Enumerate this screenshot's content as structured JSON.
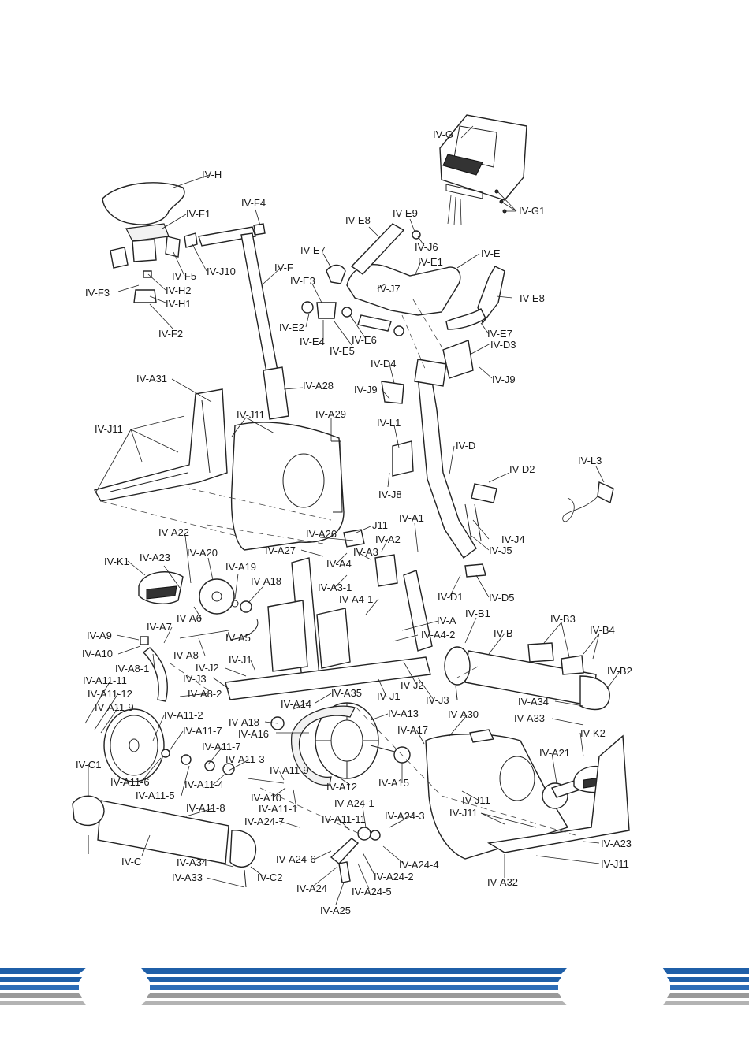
{
  "parts": {
    "IV_G": "IV-G",
    "IV_G1": "IV-G1",
    "IV_H": "IV-H",
    "IV_F1": "IV-F1",
    "IV_F4": "IV-F4",
    "IV_F3": "IV-F3",
    "IV_F5": "IV-F5",
    "IV_J10": "IV-J10",
    "IV_F": "IV-F",
    "IV_H2": "IV-H2",
    "IV_H1": "IV-H1",
    "IV_F2": "IV-F2",
    "IV_E8_a": "IV-E8",
    "IV_E9": "IV-E9",
    "IV_E7_a": "IV-E7",
    "IV_J6": "IV-J6",
    "IV_E1": "IV-E1",
    "IV_E": "IV-E",
    "IV_E3": "IV-E3",
    "IV_J7": "IV-J7",
    "IV_E8_b": "IV-E8",
    "IV_E2": "IV-E2",
    "IV_E4": "IV-E4",
    "IV_E5": "IV-E5",
    "IV_E6": "IV-E6",
    "IV_E7_b": "IV-E7",
    "IV_D3": "IV-D3",
    "IV_D4": "IV-D4",
    "IV_J9_a": "IV-J9",
    "IV_J9_b": "IV-J9",
    "IV_A31": "IV-A31",
    "IV_A28": "IV-A28",
    "IV_J11_a": "IV-J11",
    "IV_J11_b": "IV-J11",
    "IV_A29": "IV-A29",
    "IV_L1": "IV-L1",
    "IV_D": "IV-D",
    "IV_L3": "IV-L3",
    "IV_J8": "IV-J8",
    "IV_D2": "IV-D2",
    "J11": "J11",
    "IV_A1": "IV-A1",
    "IV_A22": "IV-A22",
    "IV_A26": "IV-A26",
    "IV_A2": "IV-A2",
    "IV_A27": "IV-A27",
    "IV_A3": "IV-A3",
    "IV_J4": "IV-J4",
    "IV_J5": "IV-J5",
    "IV_K1": "IV-K1",
    "IV_A23_a": "IV-A23",
    "IV_A20": "IV-A20",
    "IV_A4": "IV-A4",
    "IV_A19": "IV-A19",
    "IV_A3_1": "IV-A3-1",
    "IV_A18_a": "IV-A18",
    "IV_D1": "IV-D1",
    "IV_D5": "IV-D5",
    "IV_A4_1": "IV-A4-1",
    "IV_A6": "IV-A6",
    "IV_B1": "IV-B1",
    "IV_A7": "IV-A7",
    "IV_A": "IV-A",
    "IV_B3": "IV-B3",
    "IV_A9": "IV-A9",
    "IV_A5": "IV-A5",
    "IV_A4_2": "IV-A4-2",
    "IV_B": "IV-B",
    "IV_B4": "IV-B4",
    "IV_A10_a": "IV-A10",
    "IV_A8": "IV-A8",
    "IV_J1_a": "IV-J1",
    "IV_A8_1": "IV-A8-1",
    "IV_J2_a": "IV-J2",
    "IV_B2": "IV-B2",
    "IV_J3_a": "IV-J3",
    "IV_A11_11": "IV-A11-11",
    "IV_J2_b": "IV-J2",
    "IV_A8_2": "IV-A8-2",
    "IV_A35": "IV-A35",
    "IV_J1_b": "IV-J1",
    "IV_J3_b": "IV-J3",
    "IV_A11_12": "IV-A11-12",
    "IV_A14": "IV-A14",
    "IV_A34_a": "IV-A34",
    "IV_A11_9_a": "IV-A11-9",
    "IV_A11_2": "IV-A11-2",
    "IV_A13": "IV-A13",
    "IV_A30": "IV-A30",
    "IV_A33_a": "IV-A33",
    "IV_A18_b": "IV-A18",
    "IV_A17": "IV-A17",
    "IV_A11_7_a": "IV-A11-7",
    "IV_A16": "IV-A16",
    "IV_K2": "IV-K2",
    "IV_A11_7_b": "IV-A11-7",
    "IV_A21": "IV-A21",
    "IV_C1": "IV-C1",
    "IV_A11_3": "IV-A11-3",
    "IV_A11_9_b": "IV-A11-9",
    "IV_A11_6": "IV-A11-6",
    "IV_A11_4": "IV-A11-4",
    "IV_A12": "IV-A12",
    "IV_A15": "IV-A15",
    "IV_A11_5": "IV-A11-5",
    "IV_A10_b": "IV-A10",
    "IV_J11_c": "IV-J11",
    "IV_A11_1": "IV-A11-1",
    "IV_A24_1": "IV-A24-1",
    "IV_A11_8": "IV-A11-8",
    "IV_A24_3": "IV-A24-3",
    "IV_J11_d": "IV-J11",
    "IV_A24_7": "IV-A24-7",
    "IV_A11_11_b": "IV-A11-11",
    "IV_A23_b": "IV-A23",
    "IV_C": "IV-C",
    "IV_A34_b": "IV-A34",
    "IV_A24_6": "IV-A24-6",
    "IV_A24_4": "IV-A24-4",
    "IV_J11_e": "IV-J11",
    "IV_A33_b": "IV-A33",
    "IV_C2": "IV-C2",
    "IV_A24_2": "IV-A24-2",
    "IV_A32": "IV-A32",
    "IV_A24": "IV-A24",
    "IV_A24_5": "IV-A24-5",
    "IV_A25": "IV-A25"
  },
  "colors": {
    "stripe_blue": "#1f5fa8",
    "stripe_grey": "#9a9a9a",
    "line": "#222222"
  }
}
